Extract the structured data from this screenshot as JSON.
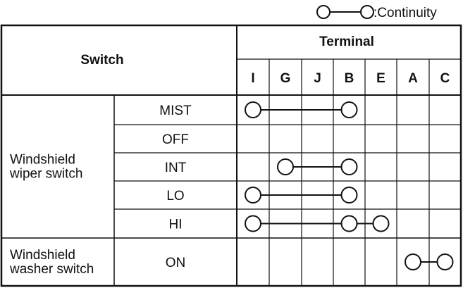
{
  "legend": {
    "label": ":Continuity"
  },
  "header": {
    "switch_label": "Switch",
    "terminal_label": "Terminal"
  },
  "terminals": [
    "I",
    "G",
    "J",
    "B",
    "E",
    "A",
    "C"
  ],
  "switch_groups": [
    {
      "name_lines": [
        "Windshield",
        "wiper switch"
      ],
      "positions": [
        "MIST",
        "OFF",
        "INT",
        "LO",
        "HI"
      ]
    },
    {
      "name_lines": [
        "Windshield",
        "washer switch"
      ],
      "positions": [
        "ON"
      ]
    }
  ],
  "continuity": [
    {
      "position": "MIST",
      "terminals": [
        "I",
        "B"
      ]
    },
    {
      "position": "OFF",
      "terminals": []
    },
    {
      "position": "INT",
      "terminals": [
        "G",
        "B"
      ]
    },
    {
      "position": "LO",
      "terminals": [
        "I",
        "B"
      ]
    },
    {
      "position": "HI",
      "terminals": [
        "I",
        "B",
        "E"
      ]
    },
    {
      "position": "ON",
      "terminals": [
        "A",
        "C"
      ]
    }
  ],
  "colors": {
    "ink": "#111111",
    "background": "#ffffff"
  }
}
